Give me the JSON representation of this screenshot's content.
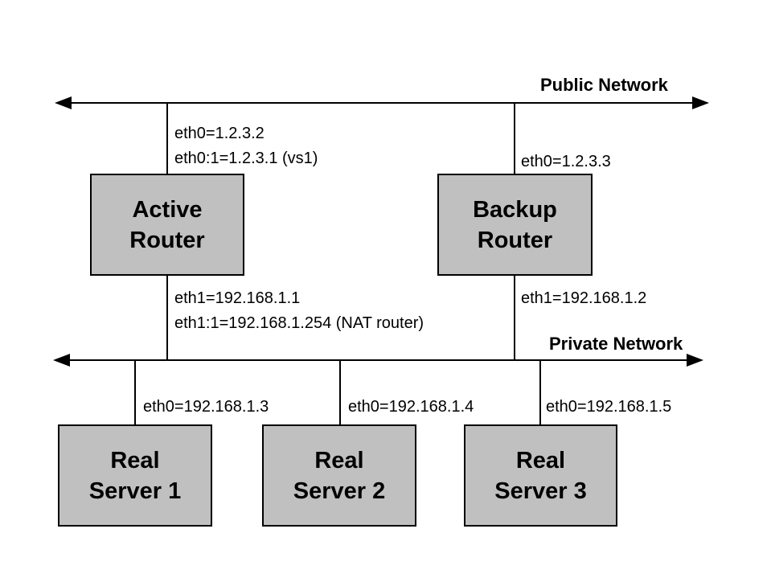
{
  "colors": {
    "background": "#ffffff",
    "node_fill": "#c0c0c0",
    "node_border": "#000000",
    "line": "#000000",
    "text": "#000000"
  },
  "networks": {
    "public": {
      "label": "Public Network"
    },
    "private": {
      "label": "Private Network"
    }
  },
  "nodes": {
    "active_router": {
      "line1": "Active",
      "line2": "Router"
    },
    "backup_router": {
      "line1": "Backup",
      "line2": "Router"
    },
    "real_server_1": {
      "line1": "Real",
      "line2": "Server 1"
    },
    "real_server_2": {
      "line1": "Real",
      "line2": "Server 2"
    },
    "real_server_3": {
      "line1": "Real",
      "line2": "Server 3"
    }
  },
  "interfaces": {
    "active_router_public": [
      "eth0=1.2.3.2",
      "eth0:1=1.2.3.1 (vs1)"
    ],
    "backup_router_public": [
      "eth0=1.2.3.3"
    ],
    "active_router_private": [
      "eth1=192.168.1.1",
      "eth1:1=192.168.1.254 (NAT router)"
    ],
    "backup_router_private": [
      "eth1=192.168.1.2"
    ],
    "real_server_1": [
      "eth0=192.168.1.3"
    ],
    "real_server_2": [
      "eth0=192.168.1.4"
    ],
    "real_server_3": [
      "eth0=192.168.1.5"
    ]
  }
}
